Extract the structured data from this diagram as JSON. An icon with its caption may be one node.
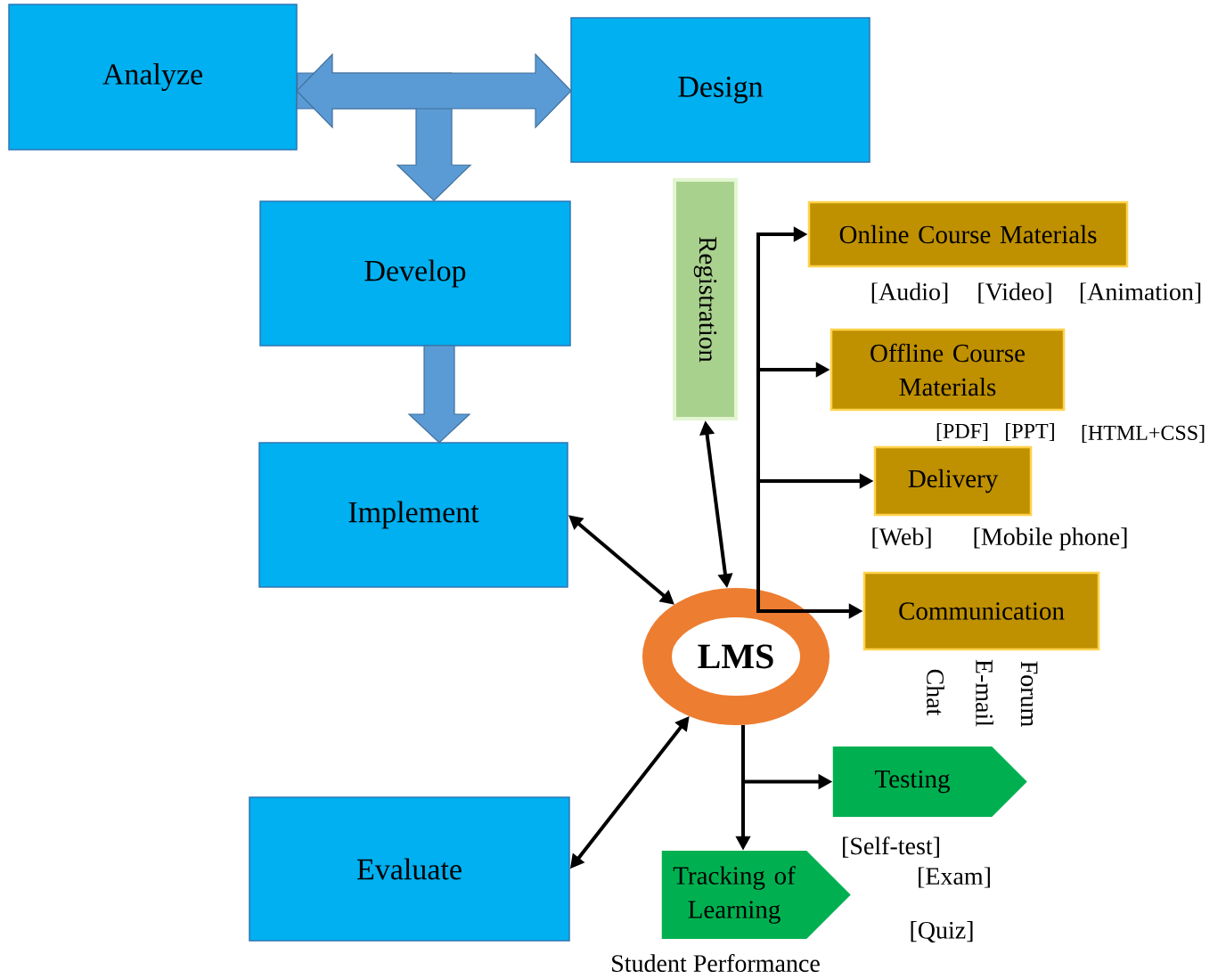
{
  "diagram": {
    "nodes": [
      {
        "text": [
          "Analyze"
        ]
      },
      {
        "text": [
          "Design"
        ]
      },
      {
        "text": [
          "Develop"
        ]
      },
      {
        "text": [
          "Implement"
        ]
      },
      {
        "text": [
          "Evaluate"
        ]
      },
      {
        "text": [
          "Registration"
        ]
      },
      {
        "text": [
          "LMS"
        ]
      },
      {
        "text": [
          "Online Course Materials"
        ],
        "beside": [
          "[Audio]",
          "[Video]",
          "[Animation]"
        ]
      },
      {
        "text": [
          "Offline Course Materials"
        ],
        "beside": [
          "[PDF]",
          "[PPT]",
          "[HTML+CSS]"
        ]
      },
      {
        "text": [
          "Delivery"
        ],
        "beside": [
          "[Web]",
          "[Mobile phone]"
        ]
      },
      {
        "text": [
          "Communication"
        ],
        "beside": [
          "Chat",
          "E-mail",
          "Forum"
        ]
      },
      {
        "text": [
          "Testing"
        ],
        "beside": [
          "[Self-test]",
          "[Exam]",
          "[Quiz]"
        ]
      },
      {
        "text": [
          "Tracking of Learning"
        ],
        "beside": [
          "Student Performance"
        ]
      }
    ],
    "edges": [
      {
        "from": 0,
        "to": 1,
        "arrow": "both",
        "style": "thick",
        "color": "#5b9bd5"
      },
      {
        "from": 0,
        "to": 2,
        "arrow": "to",
        "style": "thick",
        "color": "#5b9bd5"
      },
      {
        "from": 2,
        "to": 3,
        "arrow": "to",
        "style": "thick",
        "color": "#5b9bd5"
      },
      {
        "from": 3,
        "to": 6,
        "arrow": "both"
      },
      {
        "from": 4,
        "to": 6,
        "arrow": "both"
      },
      {
        "from": 5,
        "to": 6,
        "arrow": "both"
      },
      {
        "from": 6,
        "to": 7,
        "arrow": "to"
      },
      {
        "from": 6,
        "to": 8,
        "arrow": "to"
      },
      {
        "from": 6,
        "to": 9,
        "arrow": "to"
      },
      {
        "from": 6,
        "to": 10,
        "arrow": "to"
      },
      {
        "from": 6,
        "to": 11,
        "arrow": "to"
      },
      {
        "from": 6,
        "to": 12,
        "arrow": "to"
      }
    ]
  }
}
